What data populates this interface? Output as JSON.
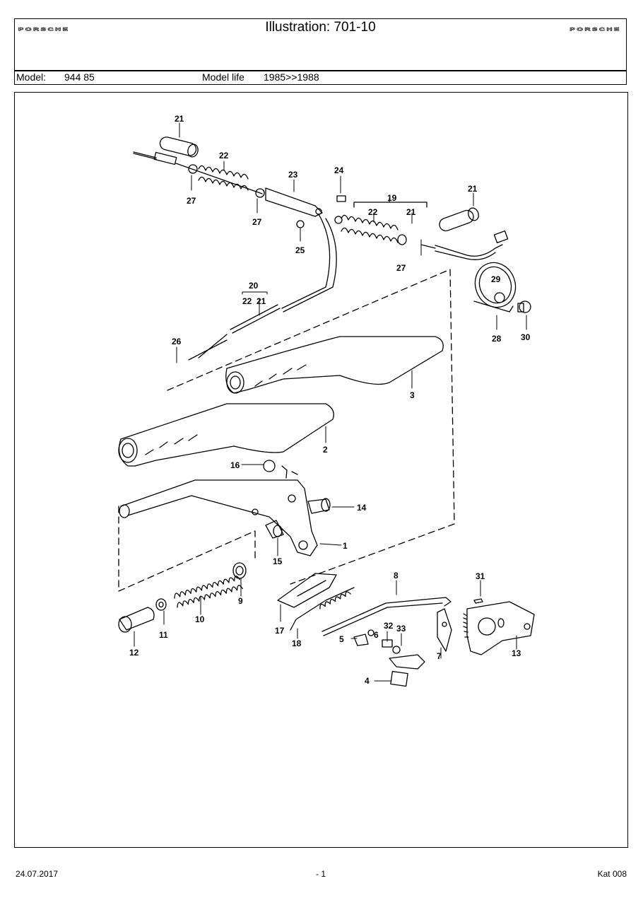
{
  "header": {
    "title": "Illustration: 701-10",
    "brand_left": "PORSCHE",
    "brand_right": "PORSCHE",
    "model_label": "Model:",
    "model_value": "944 85",
    "model_life_label": "Model life",
    "model_life_value": "1985>>1988"
  },
  "callouts": {
    "c21a": "21",
    "c22a": "22",
    "c23": "23",
    "c24": "24",
    "c27a": "27",
    "c27b": "27",
    "c25": "25",
    "c19": "19",
    "c22b": "22",
    "c21b": "21",
    "c21c": "21",
    "c27c": "27",
    "c20": "20",
    "c22c": "22",
    "c21d": "21",
    "c29": "29",
    "c26": "26",
    "c28": "28",
    "c30": "30",
    "c3": "3",
    "c2": "2",
    "c16": "16",
    "c14": "14",
    "c1": "1",
    "c15": "15",
    "c9": "9",
    "c10": "10",
    "c11": "11",
    "c12": "12",
    "c8": "8",
    "c31": "31",
    "c17": "17",
    "c18": "18",
    "c32": "32",
    "c33": "33",
    "c6": "6",
    "c5": "5",
    "c7": "7",
    "c13": "13",
    "c4": "4"
  },
  "footer": {
    "date": "24.07.2017",
    "page": "- 1",
    "catalog": "Kat 008"
  }
}
